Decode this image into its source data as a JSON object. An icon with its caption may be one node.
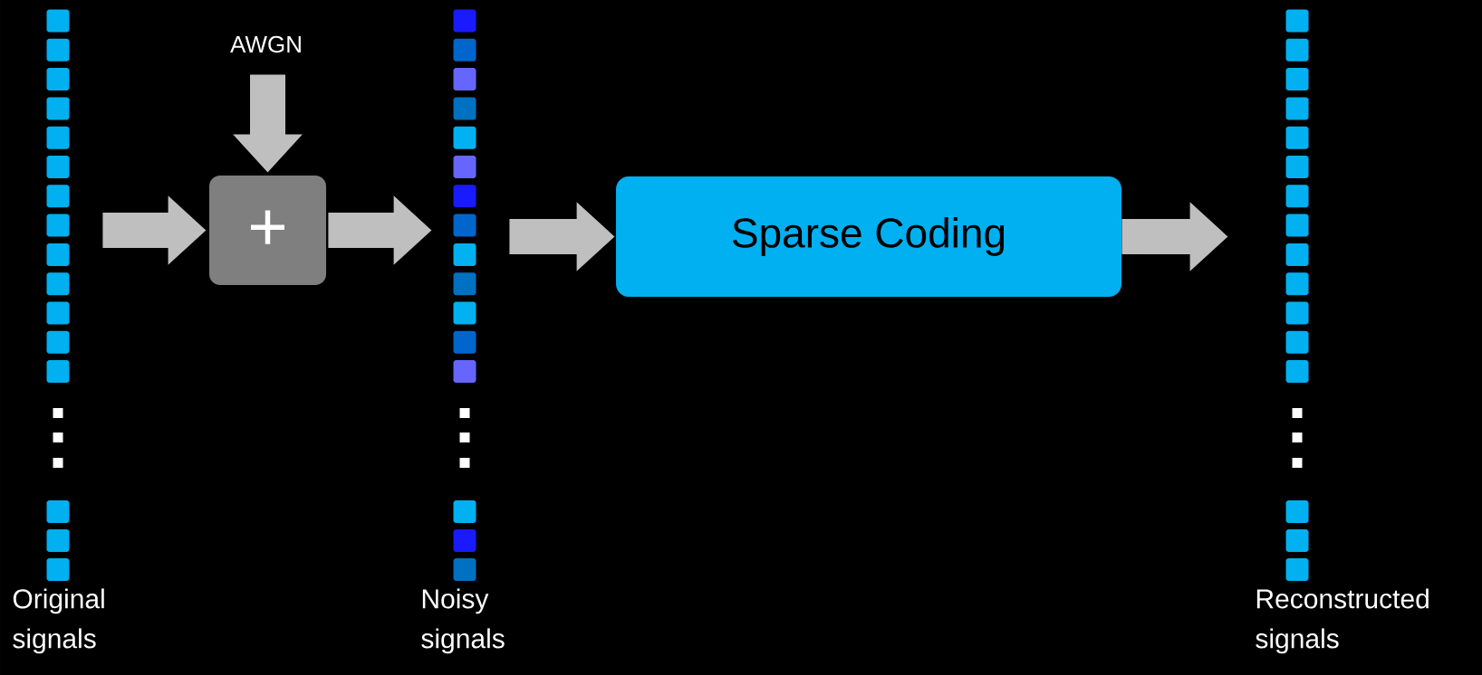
{
  "diagram": {
    "nodes": [
      {
        "text": [],
        "shape": "bar",
        "beside": [
          "Original signals"
        ]
      },
      {
        "text": [
          "AWGN"
        ]
      },
      {
        "text": [
          "+"
        ]
      },
      {
        "text": [],
        "shape": "bar",
        "beside": [
          "Noisy signals"
        ]
      },
      {
        "text": [
          "Sparse Coding"
        ]
      },
      {
        "text": [],
        "shape": "bar",
        "beside": [
          "Reconstructed signals"
        ]
      }
    ],
    "edges": [
      {
        "from": 0,
        "to": 2,
        "arrow": "to"
      },
      {
        "from": 1,
        "to": 2,
        "arrow": "to"
      },
      {
        "from": 2,
        "to": 3,
        "arrow": "to"
      },
      {
        "from": 3,
        "to": 4,
        "arrow": "to"
      },
      {
        "from": 4,
        "to": 5,
        "arrow": "to"
      }
    ]
  }
}
